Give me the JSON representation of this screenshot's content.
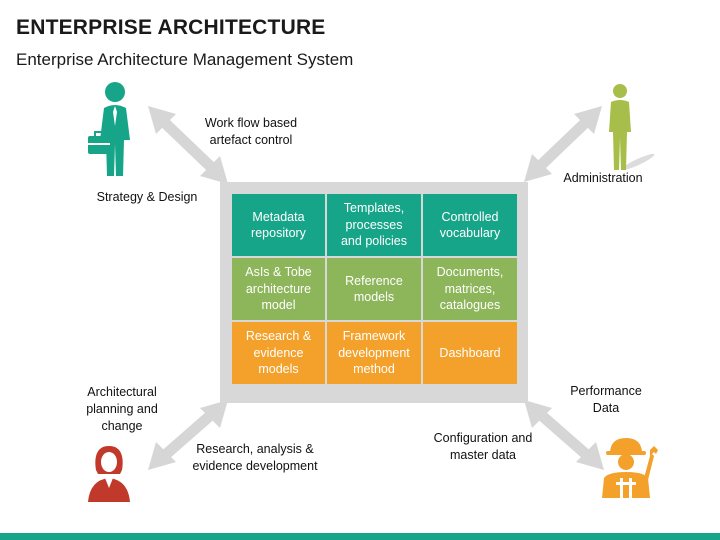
{
  "header": {
    "title": "ENTERPRISE ARCHITECTURE",
    "subtitle": "Enterprise Architecture Management System"
  },
  "colors": {
    "teal": "#17a589",
    "green": "#8db55a",
    "orange": "#f4a12b",
    "frame": "#d8d8d8",
    "arrow": "#d6d6d6",
    "red": "#c0392b",
    "olive": "#a7bf4a"
  },
  "labels": {
    "workflow": "Work flow based\nartefact control",
    "strategy": "Strategy & Design",
    "administration": "Administration",
    "arch_planning": "Architectural\nplanning and\nchange",
    "research_analysis": "Research, analysis &\nevidence development",
    "configuration": "Configuration and\nmaster data",
    "performance": "Performance\nData"
  },
  "grid": {
    "rows": [
      [
        "Metadata\nrepository",
        "Templates,\nprocesses\nand policies",
        "Controlled\nvocabulary"
      ],
      [
        "AsIs & Tobe\narchitecture\nmodel",
        "Reference\nmodels",
        "Documents,\nmatrices,\ncatalogues"
      ],
      [
        "Research &\nevidence\nmodels",
        "Framework\ndevelopment\nmethod",
        "Dashboard"
      ]
    ]
  },
  "icons": {
    "top_left": "businessman-icon",
    "top_right": "man-standing-icon",
    "bottom_left": "woman-icon",
    "bottom_right": "engineer-icon"
  }
}
